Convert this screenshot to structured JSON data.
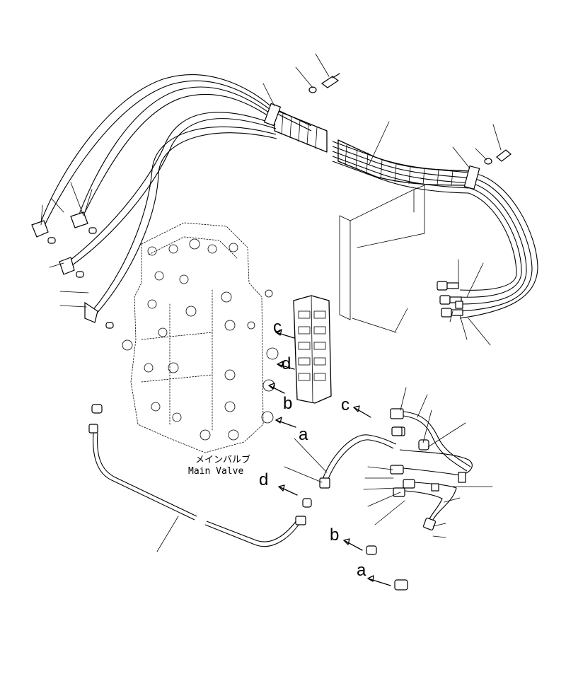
{
  "caption": {
    "jp": "メインバルブ",
    "en": "Main Valve"
  },
  "port_labels": {
    "a_valve": "a",
    "b_valve": "b",
    "c_valve": "c",
    "d_valve": "d",
    "a_lower": "a",
    "b_lower": "b",
    "c_lower": "c",
    "d_lower": "d"
  }
}
